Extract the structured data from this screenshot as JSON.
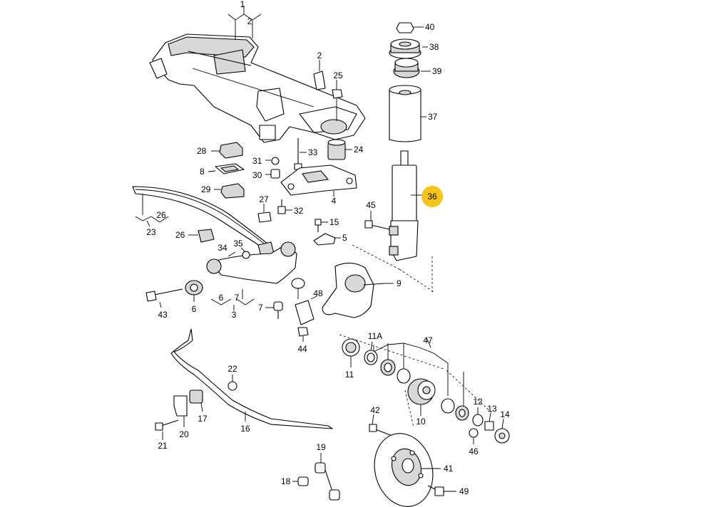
{
  "diagram": {
    "labels": {
      "l1": "1",
      "l2": "2",
      "l2b": "2",
      "l3": "3",
      "l4": "4",
      "l5": "5",
      "l6": "6",
      "l6b": "6",
      "l7": "7",
      "l7b": "7",
      "l8": "8",
      "l9": "9",
      "l10": "10",
      "l11": "11",
      "l11a": "11A",
      "l12": "12",
      "l13": "13",
      "l14": "14",
      "l15": "15",
      "l16": "16",
      "l17": "17",
      "l18": "18",
      "l19": "19",
      "l20": "20",
      "l21": "21",
      "l22": "22",
      "l23": "23",
      "l24": "24",
      "l25": "25",
      "l26": "26",
      "l26b": "26",
      "l27": "27",
      "l28": "28",
      "l29": "29",
      "l30": "30",
      "l31": "31",
      "l32": "32",
      "l33": "33",
      "l34": "34",
      "l35": "35",
      "l36": "36",
      "l37": "37",
      "l38": "38",
      "l39": "39",
      "l40": "40",
      "l41": "41",
      "l42": "42",
      "l43": "43",
      "l44": "44",
      "l45": "45",
      "l46": "46",
      "l47": "47",
      "l48": "48",
      "l49": "49"
    },
    "highlight_color": "#f5c518",
    "highlighted_part": "36"
  }
}
